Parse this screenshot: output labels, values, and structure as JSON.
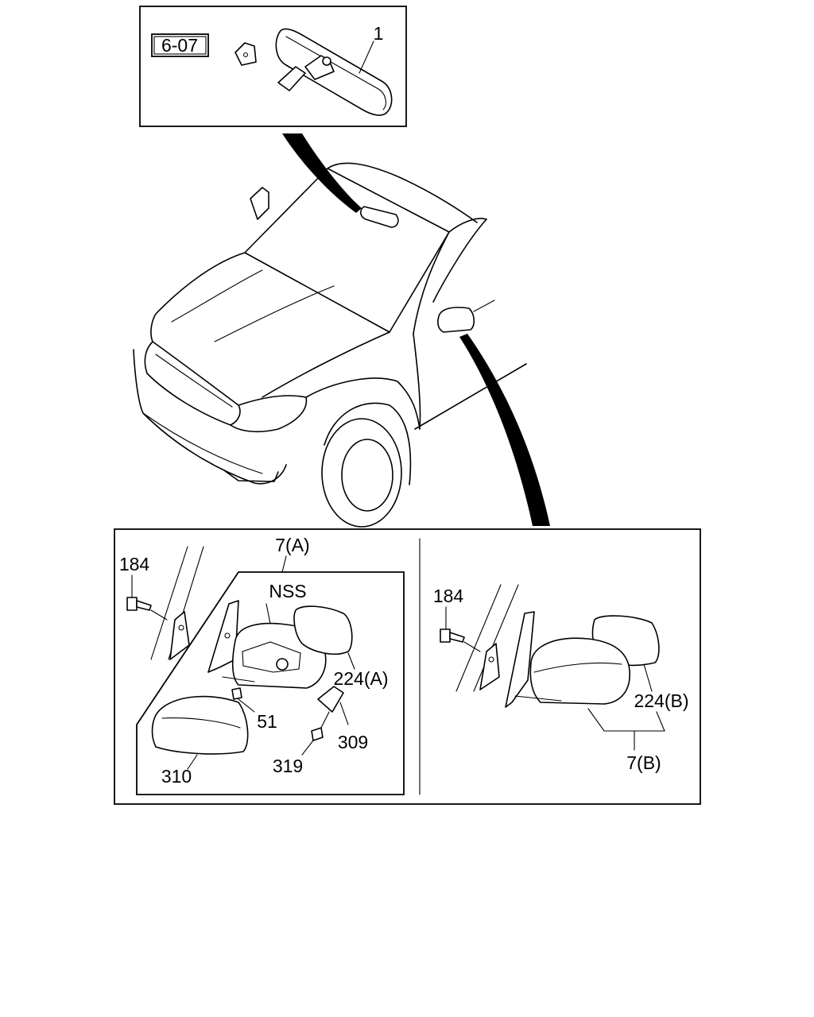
{
  "labels": {
    "ref_box": "6-07",
    "part_1": "1",
    "part_7a": "7(A)",
    "part_184_left": "184",
    "nss": "NSS",
    "part_224a": "224(A)",
    "part_51": "51",
    "part_309": "309",
    "part_319": "319",
    "part_310": "310",
    "part_184_right": "184",
    "part_224b": "224(B)",
    "part_7b": "7(B)"
  }
}
